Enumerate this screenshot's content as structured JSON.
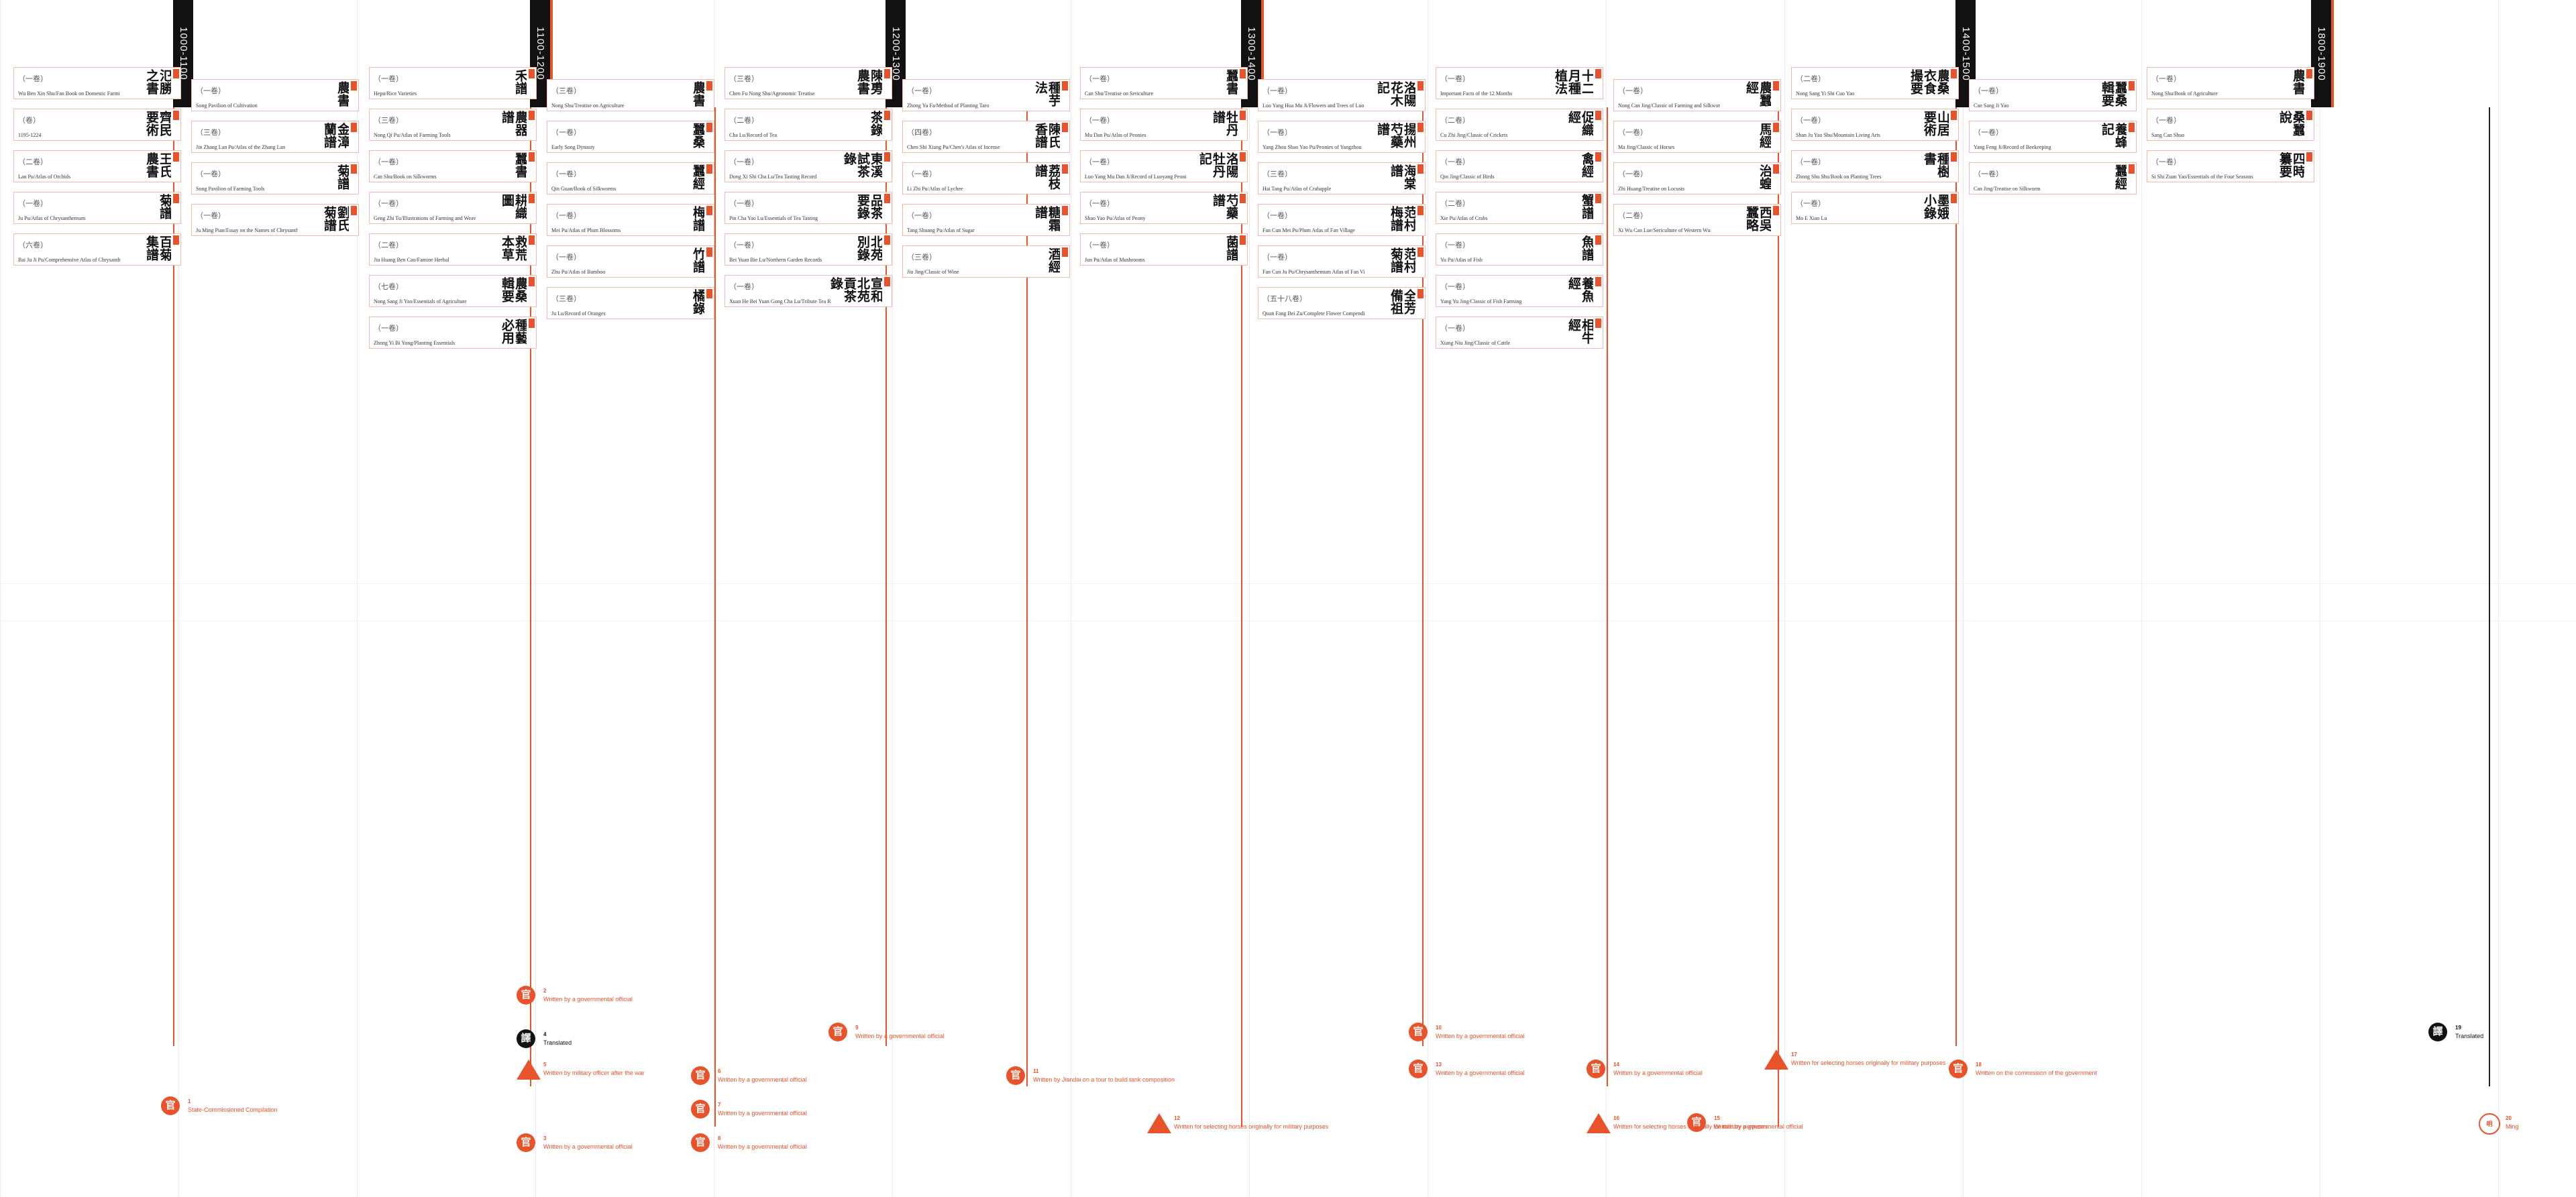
{
  "eras": [
    {
      "label": "1000-1100"
    },
    {
      "label": "1100-1200"
    },
    {
      "label": "1200-1300"
    },
    {
      "label": "1300-1400"
    },
    {
      "label": "1400-1500"
    },
    {
      "label": "1800-1900"
    }
  ],
  "columns": [
    {
      "cards": [
        {
          "chars": "氾勝之書",
          "vol": "（一卷）",
          "cap": "Wu Ben Xin Shu/Fan Book on Domestic Farming/During"
        },
        {
          "chars": "齊民要術",
          "vol": "（卷）",
          "cap": "1195-1224"
        },
        {
          "chars": "王氏農書",
          "vol": "（二卷）",
          "cap": "Lan Pu/Atlas of Orchids"
        },
        {
          "chars": "菊譜",
          "vol": "（一卷）",
          "cap": "Ju Pu/Atlas of Chrysanthemum"
        },
        {
          "chars": "百菊集譜",
          "vol": "（六卷）",
          "cap": "Bai Ju Ji Pu/Comprehensive Atlas of Chrysanthemums"
        }
      ]
    },
    {
      "cards": [
        {
          "chars": "農書",
          "vol": "（一卷）",
          "cap": "Song Pavilion of Cultivation"
        },
        {
          "chars": "金漳蘭譜",
          "vol": "（三卷）",
          "cap": "Jin Zhang Lan Pu/Atlas of the Zhang Lan"
        },
        {
          "chars": "菊譜",
          "vol": "（一卷）",
          "cap": "Song Pavilion of Farming Tools"
        },
        {
          "chars": "劉氏菊譜",
          "vol": "（一卷）",
          "cap": "Ju Ming Pian/Essay on the Names of Chrysanthemum"
        }
      ]
    },
    {
      "cards": [
        {
          "chars": "禾譜",
          "vol": "（一卷）",
          "cap": "Hepu/Rice Varieties"
        },
        {
          "chars": "農器譜",
          "vol": "（三卷）",
          "cap": "Nong Qi Pu/Atlas of Farming Tools"
        },
        {
          "chars": "蠶書",
          "vol": "（一卷）",
          "cap": "Can Shu/Book on Silkworms"
        },
        {
          "chars": "耕織圖",
          "vol": "（一卷）",
          "cap": "Geng Zhi Tu/Illustrations of Farming and Weaving"
        },
        {
          "chars": "救荒本草",
          "vol": "（二卷）",
          "cap": "Jiu Huang Ben Cao/Famine Herbal"
        },
        {
          "chars": "農桑輯要",
          "vol": "（七卷）",
          "cap": "Nong Sang Ji Yao/Essentials of Agriculture"
        },
        {
          "chars": "種藝必用",
          "vol": "（一卷）",
          "cap": "Zhong Yi Bi Yong/Planting Essentials"
        }
      ]
    },
    {
      "cards": [
        {
          "chars": "農書",
          "vol": "（三卷）",
          "cap": "Nong Shu/Treatise on Agriculture"
        },
        {
          "chars": "蠶桑",
          "vol": "（一卷）",
          "cap": "Early Song Dynasty"
        },
        {
          "chars": "蠶經",
          "vol": "（一卷）",
          "cap": "Qin Guan/Book of Silkworms"
        },
        {
          "chars": "梅譜",
          "vol": "（一卷）",
          "cap": "Mei Pu/Atlas of Plum Blossoms"
        },
        {
          "chars": "竹譜",
          "vol": "（一卷）",
          "cap": "Zhu Pu/Atlas of Bamboo"
        },
        {
          "chars": "橘錄",
          "vol": "（三卷）",
          "cap": "Ju Lu/Record of Oranges"
        }
      ]
    },
    {
      "cards": [
        {
          "chars": "陳旉農書",
          "vol": "（三卷）",
          "cap": "Chen Fu Nong Shu/Agronomic Treatise"
        },
        {
          "chars": "茶錄",
          "vol": "（二卷）",
          "cap": "Cha Lu/Record of Tea"
        },
        {
          "chars": "東溪試茶錄",
          "vol": "（一卷）",
          "cap": "Dong Xi Shi Cha Lu/Tea Tasting Record"
        },
        {
          "chars": "品茶要錄",
          "vol": "（一卷）",
          "cap": "Pin Cha Yao Lu/Essentials of Tea Tasting"
        },
        {
          "chars": "北苑別錄",
          "vol": "（一卷）",
          "cap": "Bei Yuan Bie Lu/Northern Garden Records"
        },
        {
          "chars": "宣和北苑貢茶錄",
          "vol": "（一卷）",
          "cap": "Xuan He Bei Yuan Gong Cha Lu/Tribute Tea Record"
        }
      ]
    },
    {
      "cards": [
        {
          "chars": "種芋法",
          "vol": "（一卷）",
          "cap": "Zhong Yu Fa/Method of Planting Taro"
        },
        {
          "chars": "陳氏香譜",
          "vol": "（四卷）",
          "cap": "Chen Shi Xiang Pu/Chen's Atlas of Incense"
        },
        {
          "chars": "荔枝譜",
          "vol": "（一卷）",
          "cap": "Li Zhi Pu/Atlas of Lychee"
        },
        {
          "chars": "糖霜譜",
          "vol": "（一卷）",
          "cap": "Tang Shuang Pu/Atlas of Sugar"
        },
        {
          "chars": "酒經",
          "vol": "（三卷）",
          "cap": "Jiu Jing/Classic of Wine"
        }
      ]
    },
    {
      "cards": [
        {
          "chars": "蠶書",
          "vol": "（一卷）",
          "cap": "Can Shu/Treatise on Sericulture"
        },
        {
          "chars": "牡丹譜",
          "vol": "（一卷）",
          "cap": "Mu Dan Pu/Atlas of Peonies"
        },
        {
          "chars": "洛陽牡丹記",
          "vol": "（一卷）",
          "cap": "Luo Yang Mu Dan Ji/Record of Luoyang Peonies"
        },
        {
          "chars": "芍藥譜",
          "vol": "（一卷）",
          "cap": "Shao Yao Pu/Atlas of Peony"
        },
        {
          "chars": "菌譜",
          "vol": "（一卷）",
          "cap": "Jun Pu/Atlas of Mushrooms"
        }
      ]
    },
    {
      "cards": [
        {
          "chars": "洛陽花木記",
          "vol": "（一卷）",
          "cap": "Luo Yang Hua Mu Ji/Flowers and Trees of Luoyang"
        },
        {
          "chars": "揚州芍藥譜",
          "vol": "（一卷）",
          "cap": "Yang Zhou Shao Yao Pu/Peonies of Yangzhou"
        },
        {
          "chars": "海棠譜",
          "vol": "（三卷）",
          "cap": "Hai Tang Pu/Atlas of Crabapple"
        },
        {
          "chars": "范村梅譜",
          "vol": "（一卷）",
          "cap": "Fan Cun Mei Pu/Plum Atlas of Fan Village"
        },
        {
          "chars": "范村菊譜",
          "vol": "（一卷）",
          "cap": "Fan Cun Ju Pu/Chrysanthemum Atlas of Fan Village"
        },
        {
          "chars": "全芳備祖",
          "vol": "（五十八卷）",
          "cap": "Quan Fang Bei Zu/Complete Flower Compendium"
        }
      ]
    },
    {
      "cards": [
        {
          "chars": "十二月種植法",
          "vol": "（一卷）",
          "cap": "Important Facts of the 12 Months"
        },
        {
          "chars": "促織經",
          "vol": "（二卷）",
          "cap": "Cu Zhi Jing/Classic of Crickets"
        },
        {
          "chars": "禽經",
          "vol": "（一卷）",
          "cap": "Qin Jing/Classic of Birds"
        },
        {
          "chars": "蟹譜",
          "vol": "（二卷）",
          "cap": "Xie Pu/Atlas of Crabs"
        },
        {
          "chars": "魚譜",
          "vol": "（一卷）",
          "cap": "Yu Pu/Atlas of Fish"
        },
        {
          "chars": "養魚經",
          "vol": "（一卷）",
          "cap": "Yang Yu Jing/Classic of Fish Farming"
        },
        {
          "chars": "相牛經",
          "vol": "（一卷）",
          "cap": "Xiang Niu Jing/Classic of Cattle"
        }
      ]
    },
    {
      "cards": [
        {
          "chars": "農蠶經",
          "vol": "（一卷）",
          "cap": "Nong Can Jing/Classic of Farming and Silkworms"
        },
        {
          "chars": "馬經",
          "vol": "（一卷）",
          "cap": "Ma Jing/Classic of Horses"
        },
        {
          "chars": "治蝗",
          "vol": "（一卷）",
          "cap": "Zhi Huang/Treatise on Locusts"
        },
        {
          "chars": "西吳蠶略",
          "vol": "（二卷）",
          "cap": "Xi Wu Can Lue/Sericulture of Western Wu"
        }
      ]
    },
    {
      "cards": [
        {
          "chars": "農桑衣食撮要",
          "vol": "（二卷）",
          "cap": "Nong Sang Yi Shi Cuo Yao"
        },
        {
          "chars": "山居要術",
          "vol": "（一卷）",
          "cap": "Shan Ju Yao Shu/Mountain Living Arts"
        },
        {
          "chars": "種樹書",
          "vol": "（一卷）",
          "cap": "Zhong Shu Shu/Book on Planting Trees"
        },
        {
          "chars": "墨娥小錄",
          "vol": "（一卷）",
          "cap": "Mo E Xiao Lu"
        }
      ]
    },
    {
      "cards": [
        {
          "chars": "蠶桑輯要",
          "vol": "（一卷）",
          "cap": "Can Sang Ji Yao"
        },
        {
          "chars": "養蜂記",
          "vol": "（一卷）",
          "cap": "Yang Feng Ji/Record of Beekeeping"
        },
        {
          "chars": "蠶經",
          "vol": "（一卷）",
          "cap": "Can Jing/Treatise on Silkworm"
        }
      ]
    },
    {
      "cards": [
        {
          "chars": "農書",
          "vol": "（一卷）",
          "cap": "Nong Shu/Book of Agriculture"
        },
        {
          "chars": "桑蠶說",
          "vol": "（一卷）",
          "cap": "Sang Can Shuo"
        },
        {
          "chars": "四時纂要",
          "vol": "（一卷）",
          "cap": "Si Shi Zuan Yao/Essentials of the Four Seasons"
        }
      ]
    }
  ],
  "markers": [
    {
      "glyph": "官",
      "num": "1",
      "text": "State-Commissioned Compilation"
    },
    {
      "glyph": "官",
      "num": "2",
      "text": "Written by a governmental official"
    },
    {
      "glyph": "官",
      "num": "3",
      "text": "Written by a governmental official"
    },
    {
      "glyph": "譯",
      "num": "4",
      "text": "Translated"
    },
    {
      "glyph": "兵",
      "num": "5",
      "text": "Written by military officer after the war"
    },
    {
      "glyph": "官",
      "num": "6",
      "text": "Written by a governmental official"
    },
    {
      "glyph": "官",
      "num": "7",
      "text": "Written by a governmental official"
    },
    {
      "glyph": "官",
      "num": "8",
      "text": "Written by a governmental official"
    },
    {
      "glyph": "官",
      "num": "9",
      "text": "Written by a governmental official"
    },
    {
      "glyph": "官",
      "num": "10",
      "text": "Written by a governmental official"
    },
    {
      "glyph": "官",
      "num": "11",
      "text": "Written by Jiandai on a tour to build tank composition"
    },
    {
      "glyph": "兵",
      "num": "12",
      "text": "Written for selecting horses originally for military purposes"
    },
    {
      "glyph": "官",
      "num": "13",
      "text": "Written by a governmental official"
    },
    {
      "glyph": "官",
      "num": "14",
      "text": "Written by a governmental official"
    },
    {
      "glyph": "官",
      "num": "15",
      "text": "Written by a governmental official"
    },
    {
      "glyph": "兵",
      "num": "16",
      "text": "Written for selecting horses originally for military purposes"
    },
    {
      "glyph": "兵",
      "num": "17",
      "text": "Written for selecting horses originally for military purposes"
    },
    {
      "glyph": "官",
      "num": "18",
      "text": "Written on the commission of the government"
    },
    {
      "glyph": "譯",
      "num": "19",
      "text": "Translated"
    },
    {
      "glyph": "明",
      "num": "20",
      "text": "Ming"
    }
  ]
}
